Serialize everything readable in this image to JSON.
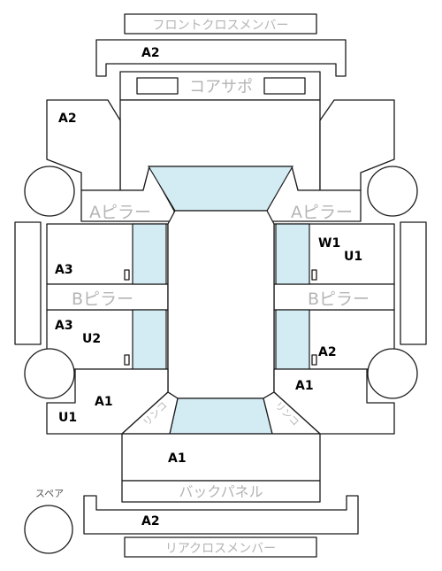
{
  "labels": {
    "front_cross_member": "フロントクロスメンバー",
    "core_support": "コアサポ",
    "a_pillar_left": "Aピラー",
    "a_pillar_right": "Aピラー",
    "b_pillar_left": "Bピラー",
    "b_pillar_right": "Bピラー",
    "back_panel": "バックパネル",
    "rear_cross_member": "リアクロスメンバー",
    "spare": "スペア",
    "curved_left": "リンコ",
    "curved_right": "リンコ"
  },
  "codes": {
    "front_member": "A2",
    "front_left": "A2",
    "left_mid": "A3",
    "left_low_1": "A3",
    "left_low_2": "U2",
    "left_rear_1": "A1",
    "left_rear_2": "U1",
    "right_upper_1": "W1",
    "right_upper_2": "U1",
    "right_low": "A2",
    "right_rear": "A1",
    "trunk": "A1",
    "rear_member": "A2"
  },
  "colors": {
    "line": "#1a1a1a",
    "glass": "#d3ebf3",
    "label_gray": "#b4b4b4",
    "code_text": "#000000"
  }
}
